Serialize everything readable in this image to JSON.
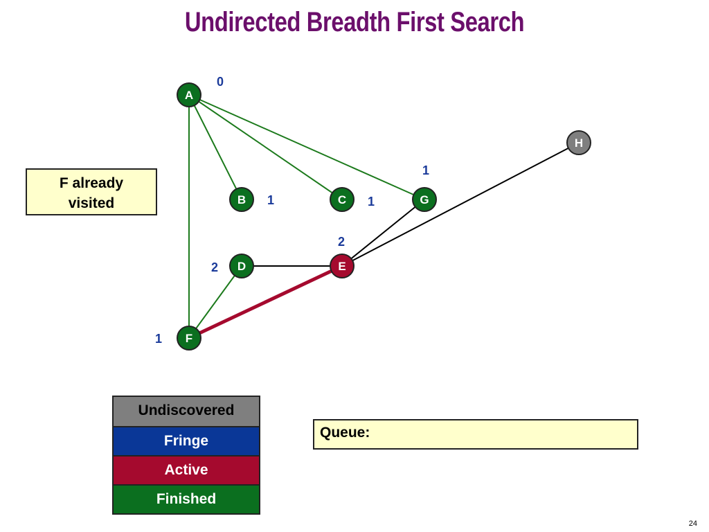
{
  "title": "Undirected Breadth First Search",
  "note": {
    "line1": "F already",
    "line2": "visited"
  },
  "colors": {
    "title": "#6b0f6b",
    "undiscovered": "#7f7f7f",
    "fringe": "#0a3797",
    "active": "#a50a2e",
    "finished": "#0b6f1f",
    "tree_edge": "#1c7a1c",
    "graph_edge": "#000000",
    "distance_text": "#1a3a9a",
    "note_bg": "#ffffcc"
  },
  "graph": {
    "nodes": [
      {
        "id": "A",
        "label": "A",
        "state": "finished",
        "distance": "0"
      },
      {
        "id": "B",
        "label": "B",
        "state": "finished",
        "distance": "1"
      },
      {
        "id": "C",
        "label": "C",
        "state": "finished",
        "distance": "1"
      },
      {
        "id": "G",
        "label": "G",
        "state": "finished",
        "distance": "1"
      },
      {
        "id": "H",
        "label": "H",
        "state": "undiscovered",
        "distance": ""
      },
      {
        "id": "D",
        "label": "D",
        "state": "finished",
        "distance": "2"
      },
      {
        "id": "E",
        "label": "E",
        "state": "active",
        "distance": "2"
      },
      {
        "id": "F",
        "label": "F",
        "state": "finished",
        "distance": "1"
      }
    ],
    "edges": [
      {
        "from": "A",
        "to": "B",
        "kind": "tree"
      },
      {
        "from": "A",
        "to": "C",
        "kind": "tree"
      },
      {
        "from": "A",
        "to": "G",
        "kind": "tree"
      },
      {
        "from": "A",
        "to": "F",
        "kind": "tree"
      },
      {
        "from": "F",
        "to": "D",
        "kind": "tree"
      },
      {
        "from": "D",
        "to": "E",
        "kind": "plain"
      },
      {
        "from": "G",
        "to": "E",
        "kind": "plain"
      },
      {
        "from": "E",
        "to": "H",
        "kind": "plain"
      },
      {
        "from": "F",
        "to": "E",
        "kind": "active"
      }
    ]
  },
  "legend": [
    {
      "label": "Undiscovered",
      "state": "undiscovered"
    },
    {
      "label": "Fringe",
      "state": "fringe"
    },
    {
      "label": "Active",
      "state": "active"
    },
    {
      "label": "Finished",
      "state": "finished"
    }
  ],
  "queue": {
    "label": "Queue:",
    "items": ""
  },
  "page_number": "24"
}
